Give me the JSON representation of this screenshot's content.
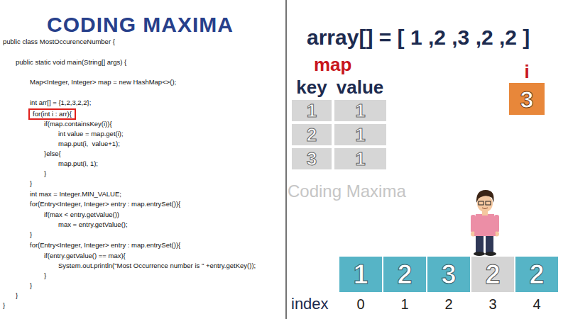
{
  "diagram": {
    "nodes": [
      {
        "text": [
          "for(int i : arr){"
        ]
      },
      {
        "text": [
          "1"
        ]
      },
      {
        "text": [
          "1"
        ]
      },
      {
        "text": [
          "2"
        ]
      },
      {
        "text": [
          "1"
        ]
      },
      {
        "text": [
          "3"
        ]
      },
      {
        "text": [
          "1"
        ]
      },
      {
        "text": [
          "3"
        ]
      },
      {
        "text": [
          "1"
        ]
      },
      {
        "text": [
          "2"
        ]
      },
      {
        "text": [
          "3"
        ]
      },
      {
        "text": [
          "2"
        ]
      },
      {
        "text": [
          "2"
        ]
      }
    ],
    "labels": [
      "CODING MAXIMA",
      "public class MostOccurenceNumber {",
      "public static void main(String[] args) {",
      "Map<Integer, Integer> map = new HashMap<>();",
      "int arr[] = {1,2,3,2,2};",
      "if(map.containsKey(i)){",
      "int value = map.get(i);",
      "map.put(i,  value+1);",
      "}else{",
      "map.put(i, 1);",
      "}",
      "}",
      "int max = Integer.MIN_VALUE;",
      "for(Entry<Integer, Integer> entry : map.entrySet()){",
      "if(max < entry.getValue())",
      "max = entry.getValue();",
      "}",
      "for(Entry<Integer, Integer> entry : map.entrySet()){",
      "if(entry.getValue() == max){",
      "System.out.println(\"Most Occurrence number is \" +entry.getKey());",
      "}",
      "}",
      "}",
      "}",
      "array[] = [ 1 ,2 ,3 ,2 ,2 ]",
      "map",
      "key",
      "value",
      "i",
      "Coding Maxima",
      "index",
      "0",
      "1",
      "2",
      "3",
      "4"
    ]
  }
}
